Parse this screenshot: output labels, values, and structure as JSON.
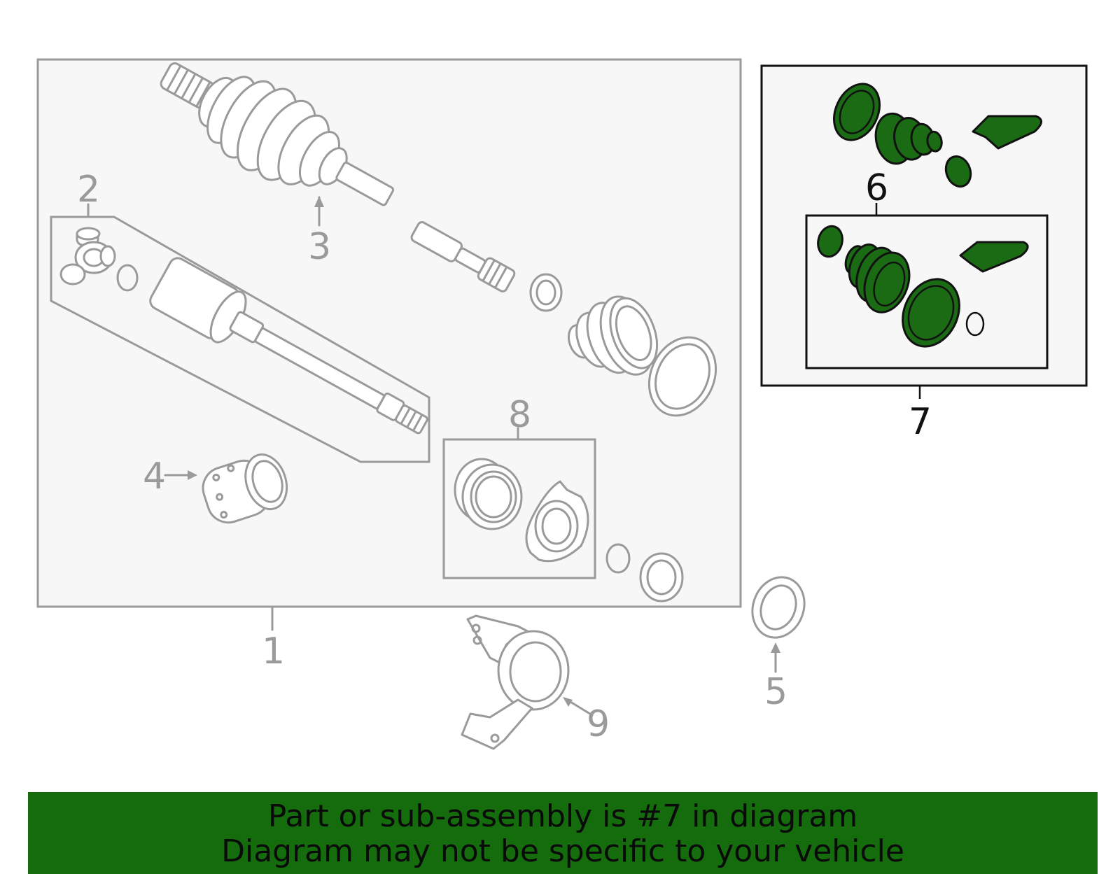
{
  "callouts": {
    "c1": "1",
    "c2": "2",
    "c3": "3",
    "c4": "4",
    "c5": "5",
    "c6": "6",
    "c7": "7",
    "c8": "8",
    "c9": "9"
  },
  "banner": {
    "line1": "Part or sub-assembly is #7 in diagram",
    "line2": "Diagram may not be specific to your vehicle"
  },
  "colors": {
    "highlight_fill": "#1a6b14",
    "banner_bg": "#146c0c",
    "part_outline": "#9a9a9a",
    "box_fill": "#f7f7f7"
  }
}
